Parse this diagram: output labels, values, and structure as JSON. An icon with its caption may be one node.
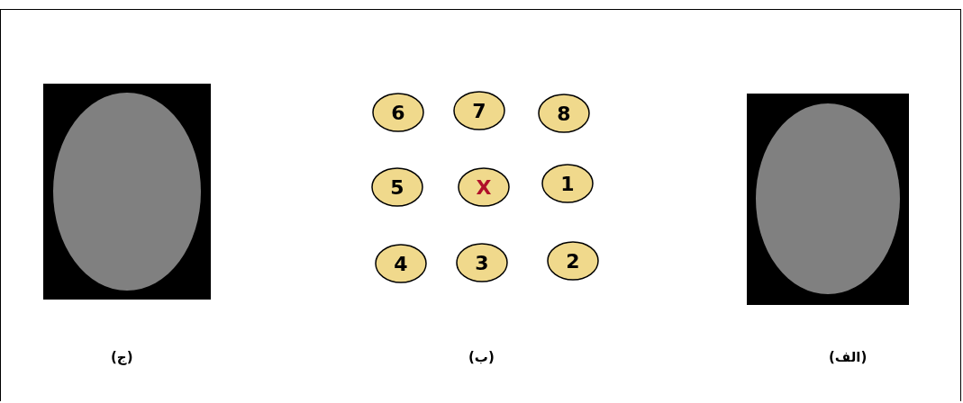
{
  "diagram": {
    "nodes": [
      {
        "text": [
          "6"
        ]
      },
      {
        "text": [
          "7"
        ]
      },
      {
        "text": [
          "8"
        ]
      },
      {
        "text": [
          "5"
        ]
      },
      {
        "text": [
          "X"
        ]
      },
      {
        "text": [
          "1"
        ]
      },
      {
        "text": [
          "4"
        ]
      },
      {
        "text": [
          "3"
        ]
      },
      {
        "text": [
          "2"
        ]
      }
    ],
    "labels": [
      "(الف)",
      "(ب)",
      "(ج)"
    ]
  }
}
